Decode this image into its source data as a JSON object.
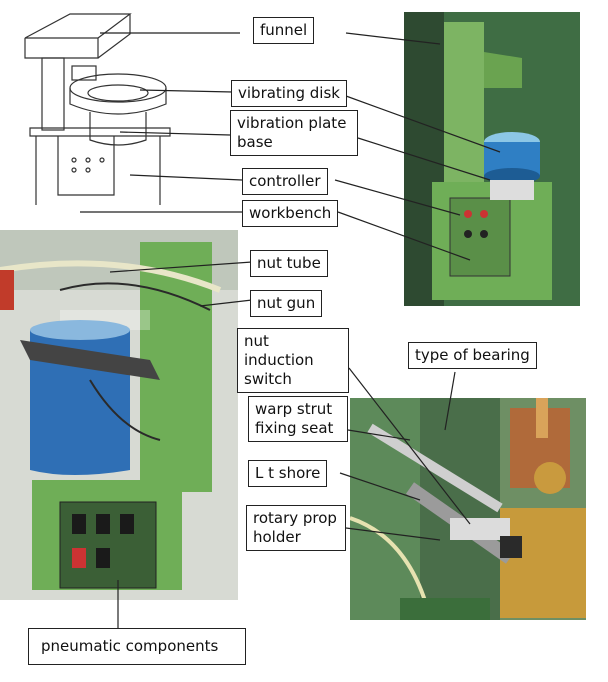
{
  "labels": {
    "funnel": "funnel",
    "vibrating_disk": "vibrating disk",
    "vibration_plate_base": "vibration plate\nbase",
    "controller": "controller",
    "workbench": "workbench",
    "nut_tube": "nut tube",
    "nut_gun": "nut gun",
    "nut_induction_switch": "nut induction\nswitch",
    "type_of_bearing": "type of bearing",
    "warp_strut_fixing_seat": "warp strut\nfixing seat",
    "l_t_shore": "L t shore",
    "rotary_prop_holder": "rotary prop\nholder",
    "pneumatic_components": "pneumatic components"
  },
  "colors": {
    "machine_green": "#6fae57",
    "bucket_blue": "#2f6fb5",
    "brass": "#c79a3b",
    "background_dark": "#2a3a2c"
  }
}
